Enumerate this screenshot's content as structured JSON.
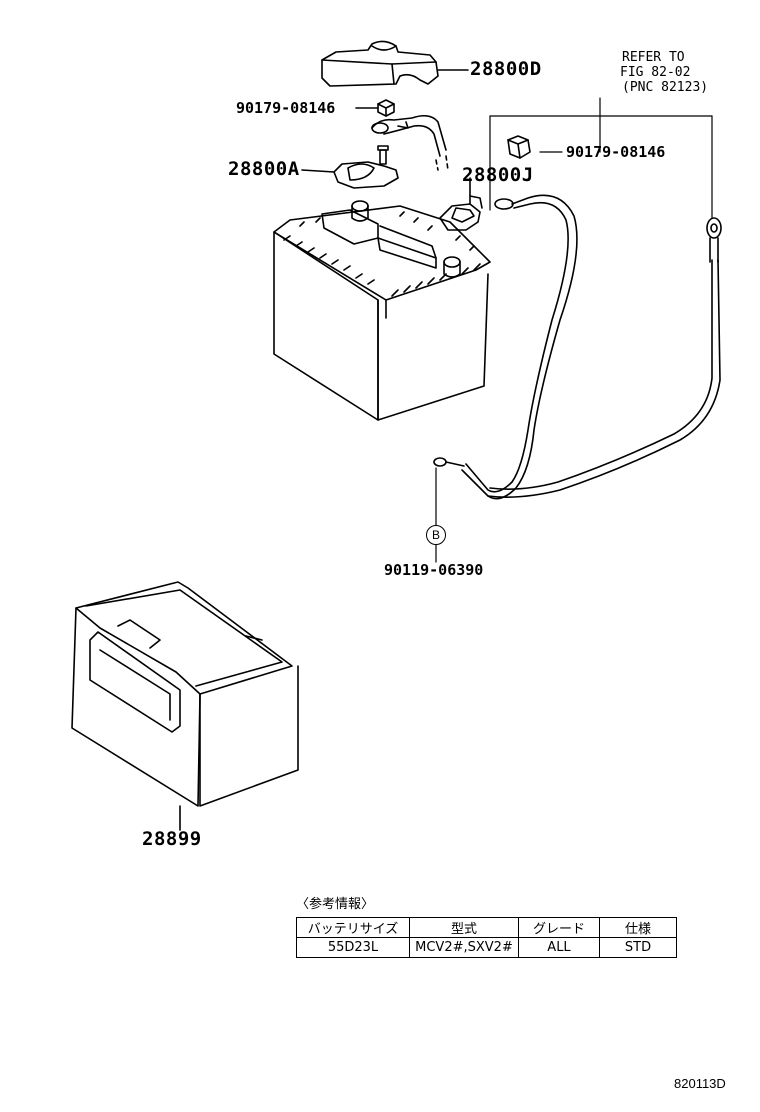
{
  "parts": {
    "cover": "28800D",
    "nut_top": "90179-08146",
    "clamp_pos": "28800A",
    "clamp_neg": "28800J",
    "nut_right": "90179-08146",
    "bolt": "90119-06390",
    "tray": "28899"
  },
  "reference": {
    "line1": "REFER TO",
    "line2": "FIG 82-02",
    "line3": "(PNC 82123)"
  },
  "callout_letter": "B",
  "info": {
    "caption": "〈参考情報〉",
    "headers": [
      "バッテリサイズ",
      "型式",
      "グレード",
      "仕様"
    ],
    "row": [
      "55D23L",
      "MCV2#,SXV2#",
      "ALL",
      "STD"
    ]
  },
  "figure_code": "820113D"
}
